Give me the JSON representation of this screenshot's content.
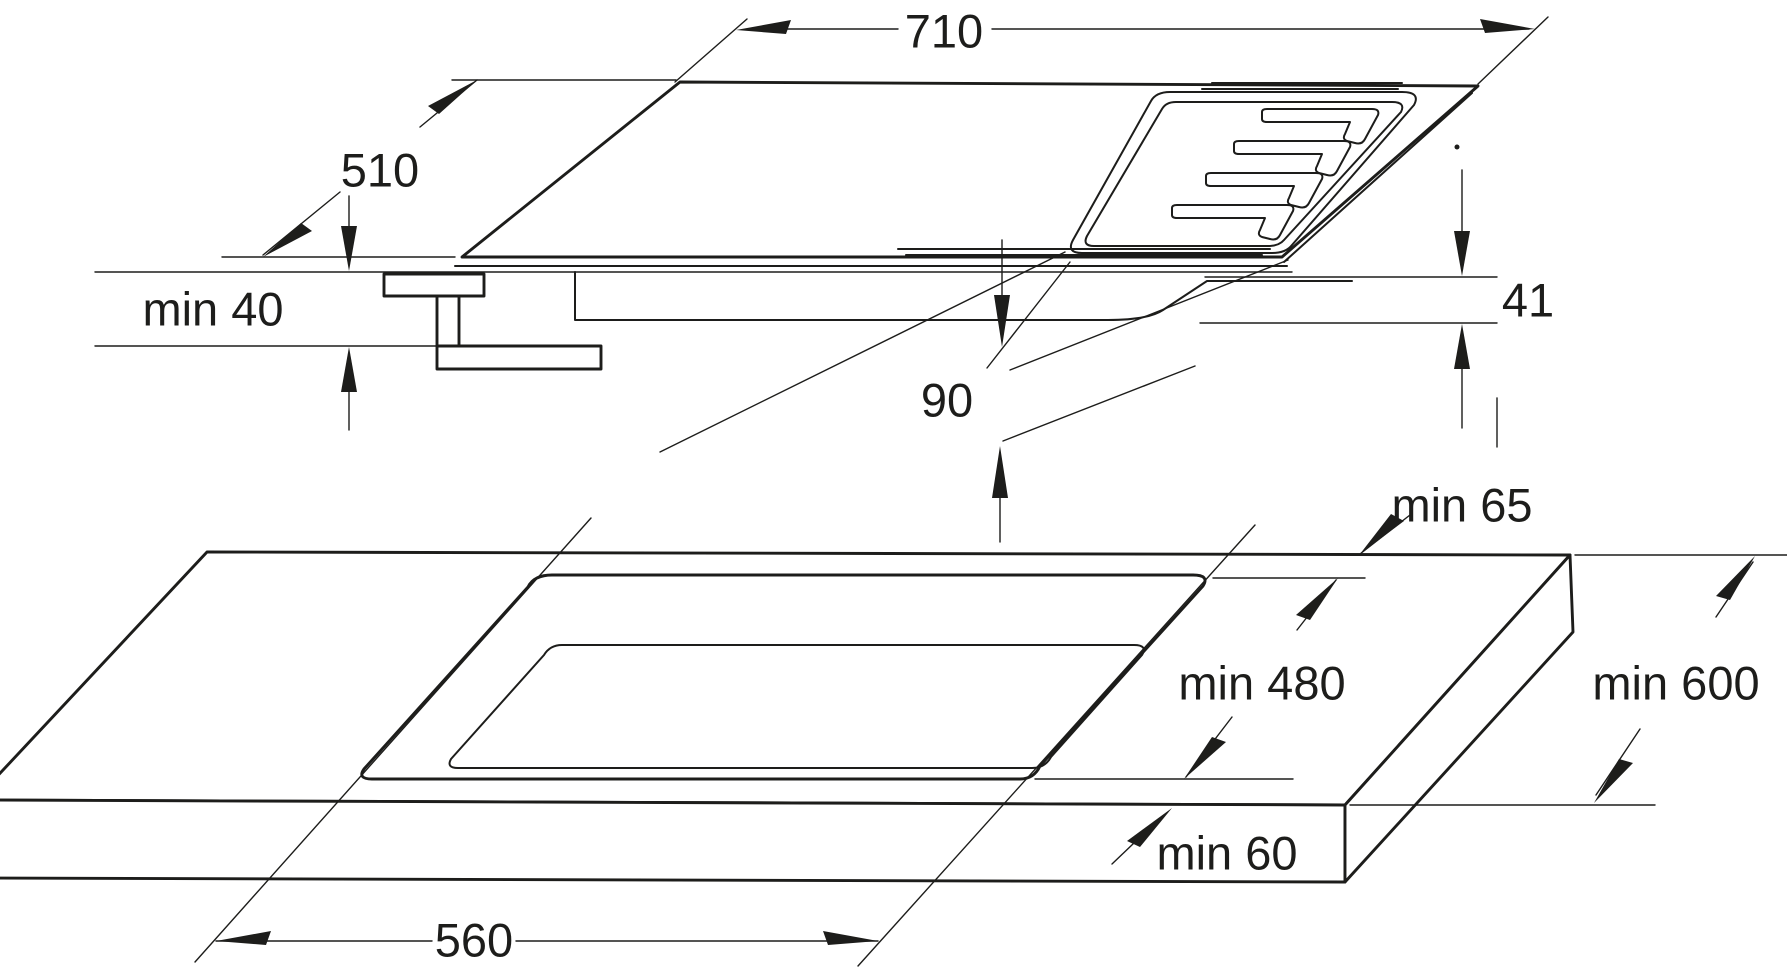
{
  "colors": {
    "line": "#1d1d1b",
    "bracket_fill": "#d2d2d2",
    "background": "#ffffff"
  },
  "hob": {
    "width": "710",
    "depth": "510",
    "clamp_thickness": "min 40",
    "box_depth": "90",
    "height": "41"
  },
  "worktop": {
    "rear_clearance": "min 65",
    "cutout_depth": "min 480",
    "depth": "min 600",
    "front_clearance": "min 60",
    "cutout_width": "560"
  }
}
